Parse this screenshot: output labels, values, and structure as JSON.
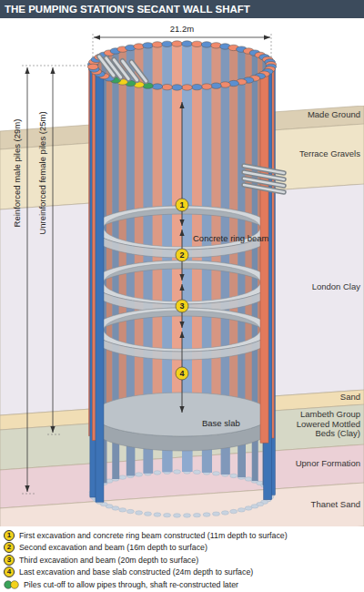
{
  "diagram": {
    "title": "THE PUMPING STATION'S SECANT WALL SHAFT",
    "nodes": [
      {
        "text": [
          "Made Ground"
        ]
      },
      {
        "text": [
          "Terrace Gravels"
        ]
      },
      {
        "text": [
          "London Clay"
        ]
      },
      {
        "text": [
          "Sand"
        ]
      },
      {
        "text": [
          "Lambeth Group Lowered Mottled Beds (Clay)"
        ]
      },
      {
        "text": [
          "Upnor Formation"
        ]
      },
      {
        "text": [
          "Thanet Sand"
        ]
      }
    ],
    "labels": [
      "21.2m",
      "Reinforced male piles (29m)",
      "Unreinforced female piles (25m)",
      "1",
      "Concrete ring beam",
      "2",
      "3",
      "4",
      "Base slab",
      "1",
      "2",
      "3",
      "4"
    ],
    "legend": [
      {
        "text": "First excavation and concrete ring beam constructed (11m depth to surface)",
        "color": "#f2d21b"
      },
      {
        "text": "Second excavation and beam (16m depth to surface)",
        "color": "#f2d21b"
      },
      {
        "text": "Third excavation and beam (20m depth to surface)",
        "color": "#f2d21b"
      },
      {
        "text": "Last excavation and base slab constructed (24m depth to surface)",
        "color": "#f2d21b"
      },
      {
        "text": "Piles cut-off to allow pipes through, shaft re-constructed later"
      }
    ]
  }
}
